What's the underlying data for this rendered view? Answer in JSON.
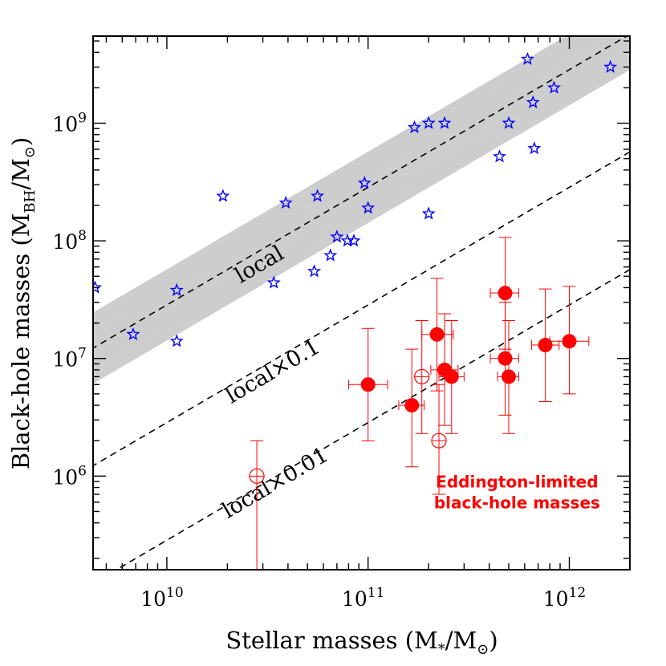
{
  "chart_data": {
    "type": "scatter",
    "xlabel": "Stellar masses (M",
    "xlabel_sub": "*",
    "xlabel_tail": "/M",
    "xlabel_sun": "⊙",
    "xlabel_close": ")",
    "ylabel": "Black-hole masses (M",
    "ylabel_sub": "BH",
    "ylabel_tail": "/M",
    "ylabel_sun": "⊙",
    "ylabel_close": ")",
    "x_scale": "log",
    "y_scale": "log",
    "xlim": [
      4300000000.0,
      2000000000000.0
    ],
    "ylim": [
      160000.0,
      5500000000.0
    ],
    "x_major_ticks": [
      {
        "value": 10000000000.0,
        "base": "10",
        "exp": "10"
      },
      {
        "value": 100000000000.0,
        "base": "10",
        "exp": "11"
      },
      {
        "value": 1000000000000.0,
        "base": "10",
        "exp": "12"
      }
    ],
    "y_major_ticks": [
      {
        "value": 1000000.0,
        "base": "10",
        "exp": "6"
      },
      {
        "value": 10000000.0,
        "base": "10",
        "exp": "7"
      },
      {
        "value": 100000000.0,
        "base": "10",
        "exp": "8"
      },
      {
        "value": 1000000000.0,
        "base": "10",
        "exp": "9"
      }
    ],
    "relations": [
      {
        "label": "local",
        "factor": 1,
        "label_x": 30000000000.0,
        "label_y": 56000000.0
      },
      {
        "label": "local×0.1",
        "factor": 0.1,
        "label_x": 35000000000.0,
        "label_y": 6900000.0
      },
      {
        "label": "local×0.01",
        "factor": 0.01,
        "label_x": 36000000000.0,
        "label_y": 780000.0
      }
    ],
    "local_relation": {
      "x0": 10000000000.0,
      "y0": 28500000.0,
      "slope": 1.0,
      "scatter_dex": 0.3
    },
    "series": [
      {
        "marker": "star",
        "color": "#0000ff",
        "points": [
          [
            4400000000.0,
            40000000.0
          ],
          [
            6800000000.0,
            16000000.0
          ],
          [
            11200000000.0,
            38000000.0
          ],
          [
            11200000000.0,
            14000000.0
          ],
          [
            19000000000.0,
            240000000.0
          ],
          [
            34000000000.0,
            44000000.0
          ],
          [
            39000000000.0,
            210000000.0
          ],
          [
            54000000000.0,
            55000000.0
          ],
          [
            56000000000.0,
            240000000.0
          ],
          [
            65000000000.0,
            75000000.0
          ],
          [
            70000000000.0,
            108000000.0
          ],
          [
            79000000000.0,
            100000000.0
          ],
          [
            85000000000.0,
            100000000.0
          ],
          [
            96000000000.0,
            310000000.0
          ],
          [
            100000000000.0,
            190000000.0
          ],
          [
            170000000000.0,
            920000000.0
          ],
          [
            200000000000.0,
            1000000000.0
          ],
          [
            200000000000.0,
            170000000.0
          ],
          [
            240000000000.0,
            1000000000.0
          ],
          [
            450000000000.0,
            520000000.0
          ],
          [
            500000000000.0,
            1000000000.0
          ],
          [
            620000000000.0,
            3500000000.0
          ],
          [
            660000000000.0,
            1500000000.0
          ],
          [
            670000000000.0,
            610000000.0
          ],
          [
            840000000000.0,
            2000000000.0
          ],
          [
            1600000000000.0,
            3000000000.0
          ]
        ]
      },
      {
        "marker": "filled-circle",
        "color": "#ff0000",
        "points": [
          [
            100000000000.0,
            6000000.0,
            80000000000.0,
            125000000000.0,
            2000000.0,
            18000000.0
          ],
          [
            165000000000.0,
            4000000.0,
            142000000000.0,
            190000000000.0,
            1200000.0,
            12000000.0
          ],
          [
            220000000000.0,
            16000000.0,
            185000000000.0,
            265000000000.0,
            5300000.0,
            48000000.0
          ],
          [
            240000000000.0,
            8000000.0,
            205000000000.0,
            280000000000.0,
            2700000.0,
            24000000.0
          ],
          [
            260000000000.0,
            7000000.0,
            225000000000.0,
            300000000000.0,
            2300000.0,
            21000000.0
          ],
          [
            480000000000.0,
            36000000.0,
            405000000000.0,
            560000000000.0,
            12000000.0,
            107000000.0
          ],
          [
            480000000000.0,
            10000000.0,
            405000000000.0,
            560000000000.0,
            3300000.0,
            30000000.0
          ],
          [
            500000000000.0,
            7000000.0,
            440000000000.0,
            560000000000.0,
            2300000.0,
            21000000.0
          ],
          [
            760000000000.0,
            13000000.0,
            650000000000.0,
            890000000000.0,
            4300000.0,
            39000000.0
          ],
          [
            1000000000000.0,
            14000000.0,
            800000000000.0,
            1250000000000.0,
            5000000.0,
            41000000.0
          ]
        ]
      },
      {
        "marker": "open-circle",
        "color": "#ff0000",
        "points": [
          [
            28000000000.0,
            1000000.0,
            27000000000.0,
            29000000000.0,
            160000.0,
            2000000.0
          ],
          [
            185000000000.0,
            7000000.0,
            178000000000.0,
            192000000000.0,
            2300000.0,
            21000000.0
          ],
          [
            225000000000.0,
            2000000.0,
            217000000000.0,
            233000000000.0,
            700000.0,
            6000000.0
          ]
        ]
      }
    ],
    "annotation": [
      "Eddington-limited",
      "black-hole masses"
    ],
    "annotation_pos": {
      "x": 550000000000.0,
      "y": 800000.0
    },
    "colors": {
      "stars": "#0000ff",
      "limited": "#ff0000",
      "band": "#c8c8c8"
    }
  }
}
